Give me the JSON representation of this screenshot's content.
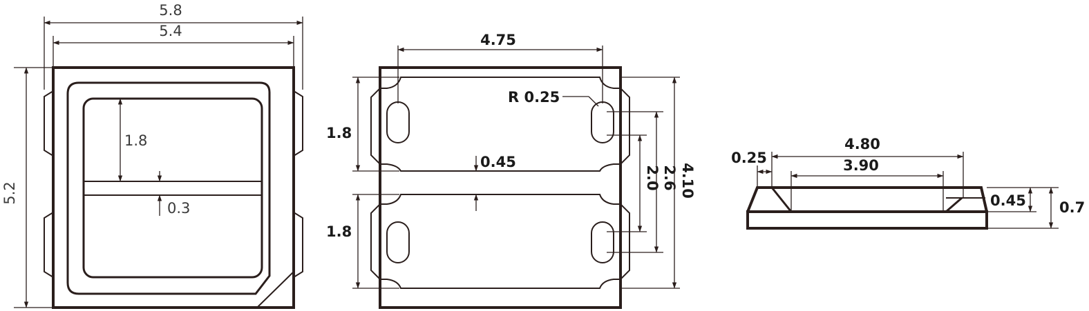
{
  "top_view": {
    "overall_width": "5.8",
    "body_width": "5.4",
    "height": "5.2",
    "window_height": "1.8",
    "separator_width": "0.3"
  },
  "pad_view": {
    "pad_spacing": "4.75",
    "corner_radius": "R 0.25",
    "upper_pad_height": "1.8",
    "lower_pad_height": "1.8",
    "pad_gap": "0.45",
    "inner_span": "2.0",
    "outer_span": "2.6",
    "total_height": "4.10"
  },
  "side_view": {
    "chamfer": "0.25",
    "length": "4.80",
    "cavity_length": "3.90",
    "lens_thickness": "0.45",
    "total_thickness": "0.7"
  }
}
